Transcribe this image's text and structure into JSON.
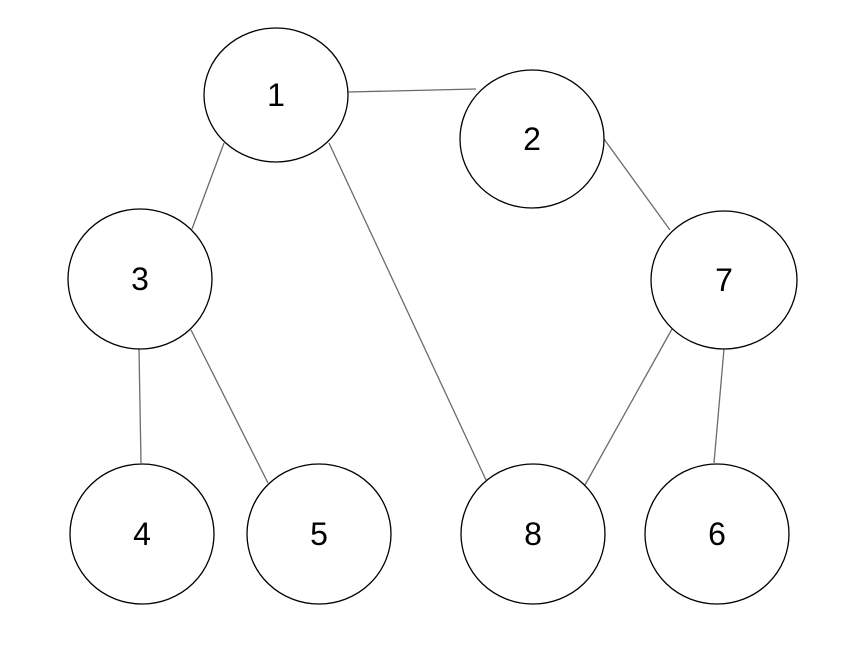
{
  "diagram": {
    "type": "graph",
    "nodes": [
      {
        "id": "1",
        "label": "1"
      },
      {
        "id": "2",
        "label": "2"
      },
      {
        "id": "3",
        "label": "3"
      },
      {
        "id": "7",
        "label": "7"
      },
      {
        "id": "4",
        "label": "4"
      },
      {
        "id": "5",
        "label": "5"
      },
      {
        "id": "8",
        "label": "8"
      },
      {
        "id": "6",
        "label": "6"
      }
    ],
    "edges": [
      {
        "from": "1",
        "to": "2"
      },
      {
        "from": "1",
        "to": "3"
      },
      {
        "from": "1",
        "to": "8"
      },
      {
        "from": "2",
        "to": "7"
      },
      {
        "from": "3",
        "to": "4"
      },
      {
        "from": "3",
        "to": "5"
      },
      {
        "from": "7",
        "to": "8"
      },
      {
        "from": "7",
        "to": "6"
      }
    ]
  },
  "colors": {
    "edge": "#6b6b6b",
    "node_stroke": "#000000",
    "node_fill": "#ffffff",
    "label": "#000000"
  }
}
